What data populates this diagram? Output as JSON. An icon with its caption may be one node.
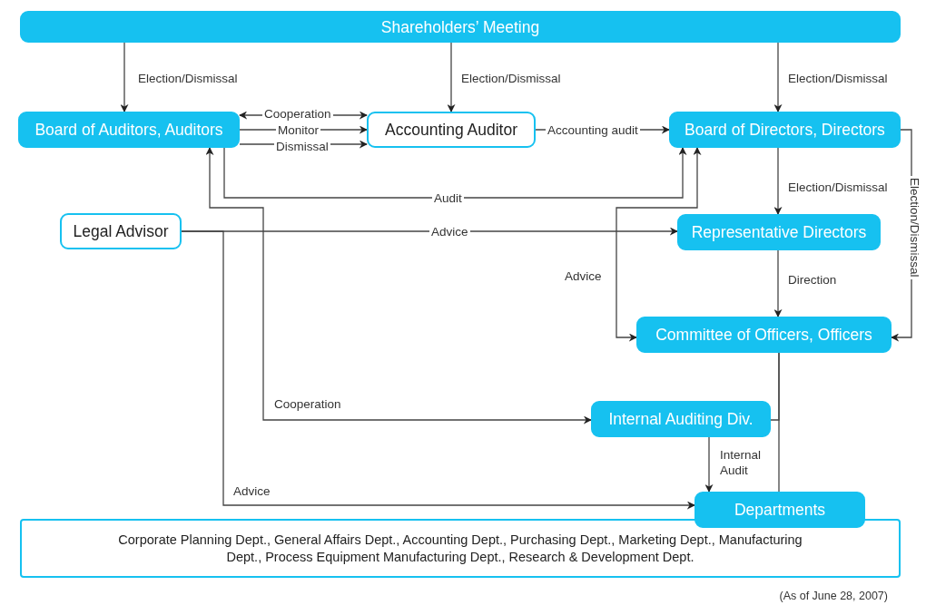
{
  "diagram": {
    "nodes": [
      {
        "text": [
          "Shareholders’ Meeting"
        ]
      },
      {
        "text": [
          "Board of Auditors, Auditors"
        ]
      },
      {
        "text": [
          "Accounting Auditor"
        ]
      },
      {
        "text": [
          "Board of Directors, Directors"
        ]
      },
      {
        "text": [
          "Legal Advisor"
        ]
      },
      {
        "text": [
          "Representative Directors"
        ]
      },
      {
        "text": [
          "Committee of Officers, Officers"
        ]
      },
      {
        "text": [
          "Internal Auditing Div."
        ]
      },
      {
        "text": [
          "Departments"
        ]
      },
      {
        "text": [
          "Corporate Planning Dept., General Affairs Dept., Accounting Dept., Purchasing Dept., Marketing Dept., Manufacturing Dept., Process Equipment Manufacturing Dept., Research & Development Dept."
        ]
      }
    ],
    "edges": [
      {
        "from": 0,
        "to": 1,
        "arrow": "to",
        "label": "Election/Dismissal"
      },
      {
        "from": 0,
        "to": 2,
        "arrow": "to",
        "label": "Election/Dismissal"
      },
      {
        "from": 0,
        "to": 3,
        "arrow": "to",
        "label": "Election/Dismissal"
      },
      {
        "from": 1,
        "to": 2,
        "arrow": "both",
        "label": "Cooperation"
      },
      {
        "from": 1,
        "to": 2,
        "arrow": "to",
        "label": "Monitor"
      },
      {
        "from": 1,
        "to": 2,
        "arrow": "to",
        "label": "Dismissal"
      },
      {
        "from": 2,
        "to": 3,
        "arrow": "to",
        "label": "Accounting audit"
      },
      {
        "from": 1,
        "to": 3,
        "arrow": "to",
        "label": "Audit"
      },
      {
        "from": 7,
        "to": 1,
        "arrow": "both",
        "label": "Cooperation"
      },
      {
        "from": 4,
        "to": 5,
        "arrow": "to",
        "label": "Advice"
      },
      {
        "from": 4,
        "to": 8,
        "arrow": "to",
        "label": "Advice"
      },
      {
        "from": 3,
        "to": 6,
        "arrow": "both",
        "label": "Advice"
      },
      {
        "from": 3,
        "to": 5,
        "arrow": "to",
        "label": "Election/Dismissal"
      },
      {
        "from": 5,
        "to": 6,
        "arrow": "to",
        "label": "Direction"
      },
      {
        "from": 3,
        "to": 6,
        "arrow": "to",
        "label": "Election/Dismissal"
      },
      {
        "from": 7,
        "to": 8,
        "arrow": "to",
        "label": "Internal Audit"
      },
      {
        "from": 6,
        "to": 8,
        "arrow": "none"
      },
      {
        "from": 6,
        "to": 7,
        "arrow": "none"
      }
    ],
    "labels": [
      "(As of June 28, 2007)"
    ]
  }
}
